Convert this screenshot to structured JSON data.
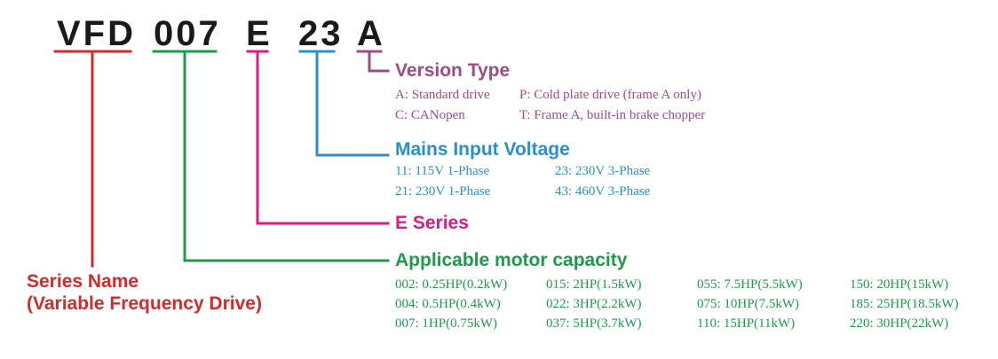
{
  "model_code": {
    "prefix": "VFD",
    "capacity": "007",
    "series": "E",
    "voltage": "23",
    "version": "A"
  },
  "colors": {
    "series_name": "#d12b2b",
    "capacity": "#1e9b4a",
    "series": "#d51f7f",
    "voltage": "#2a8fcf",
    "version": "#9b4d86",
    "code_text": "#1a1a1a"
  },
  "series_name": {
    "line1": "Series Name",
    "line2": "(Variable Frequency Drive)"
  },
  "version_type": {
    "title": "Version Type",
    "items": [
      "A: Standard drive",
      "P: Cold plate drive (frame A only)",
      "C: CANopen",
      "T: Frame A, built-in brake chopper"
    ]
  },
  "mains_input_voltage": {
    "title": "Mains Input Voltage",
    "items": [
      "11: 115V 1-Phase",
      "23: 230V 3-Phase",
      "21: 230V 1-Phase",
      "43: 460V 3-Phase"
    ]
  },
  "e_series": {
    "title": "E Series"
  },
  "motor_capacity": {
    "title": "Applicable motor capacity",
    "items": [
      "002: 0.25HP(0.2kW)",
      "015: 2HP(1.5kW)",
      "055: 7.5HP(5.5kW)",
      "150: 20HP(15kW)",
      "004: 0.5HP(0.4kW)",
      "022: 3HP(2.2kW)",
      "075: 10HP(7.5kW)",
      "185: 25HP(18.5kW)",
      "007: 1HP(0.75kW)",
      "037: 5HP(3.7kW)",
      "110: 15HP(11kW)",
      "220: 30HP(22kW)"
    ]
  }
}
